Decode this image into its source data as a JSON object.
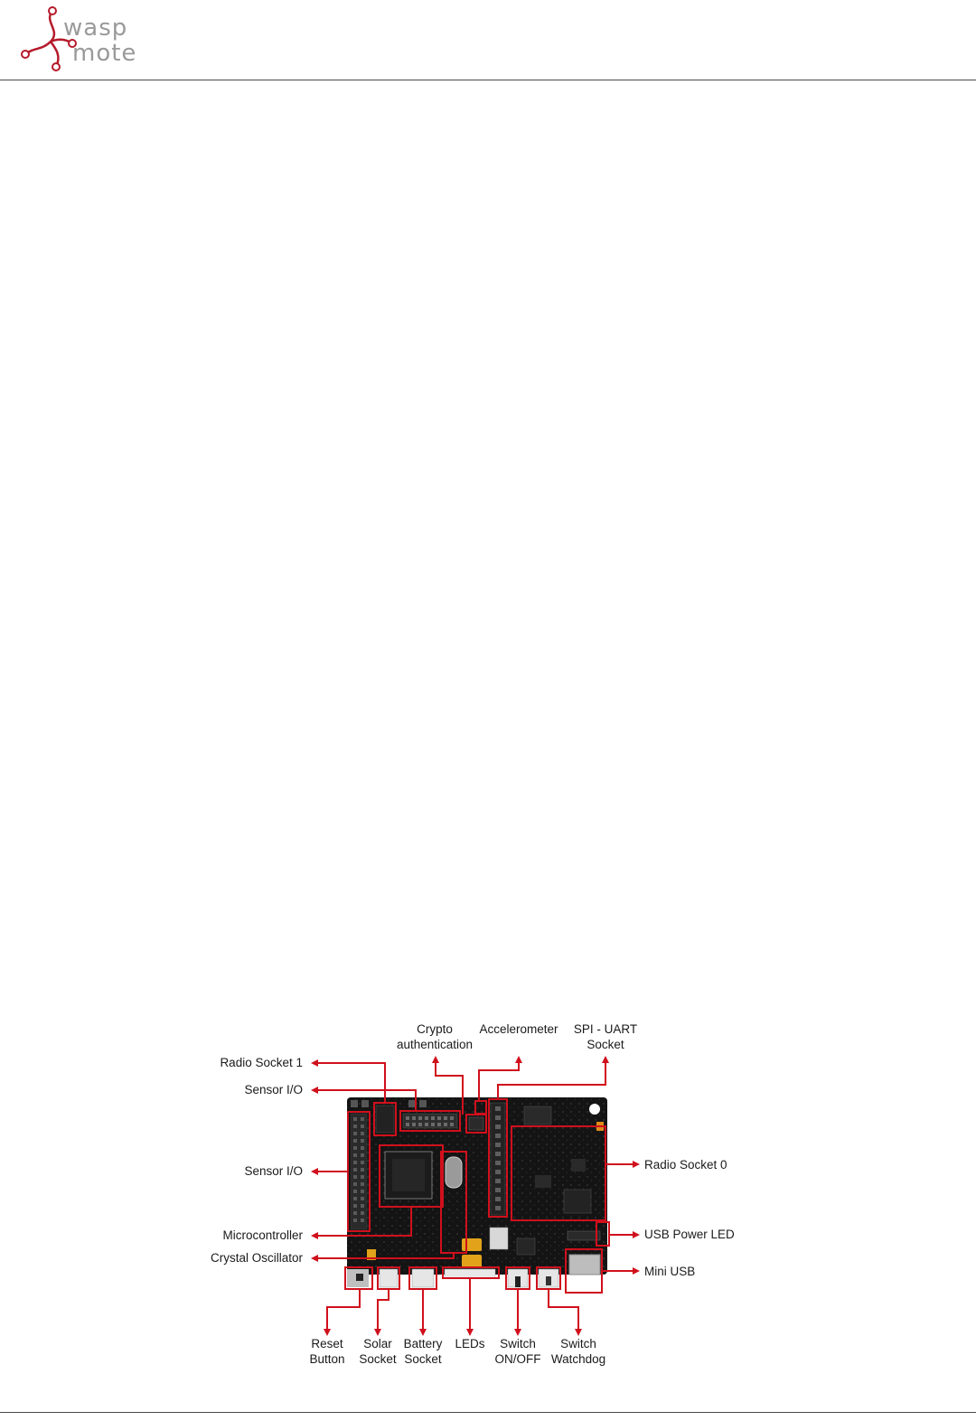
{
  "header": {
    "logo_line1": "wasp",
    "logo_line2": "mote"
  },
  "diagram": {
    "accent_color": "#d0101c",
    "board_color": "#141414",
    "labels": {
      "crypto_line1": "Crypto",
      "crypto_line2": "authentication",
      "accelerometer": "Accelerometer",
      "spi_line1": "SPI - UART",
      "spi_line2": "Socket",
      "radio_socket_1": "Radio Socket 1",
      "sensor_io_top": "Sensor I/O",
      "sensor_io_left": "Sensor I/O",
      "microcontroller": "Microcontroller",
      "crystal_oscillator": "Crystal Oscillator",
      "radio_socket_0": "Radio Socket 0",
      "usb_power_led": "USB Power LED",
      "mini_usb": "Mini USB",
      "reset_line1": "Reset",
      "reset_line2": "Button",
      "solar_line1": "Solar",
      "solar_line2": "Socket",
      "battery_line1": "Battery",
      "battery_line2": "Socket",
      "leds": "LEDs",
      "switch_onoff_line1": "Switch",
      "switch_onoff_line2": "ON/OFF",
      "watchdog_line1": "Switch",
      "watchdog_line2": "Watchdog"
    }
  }
}
